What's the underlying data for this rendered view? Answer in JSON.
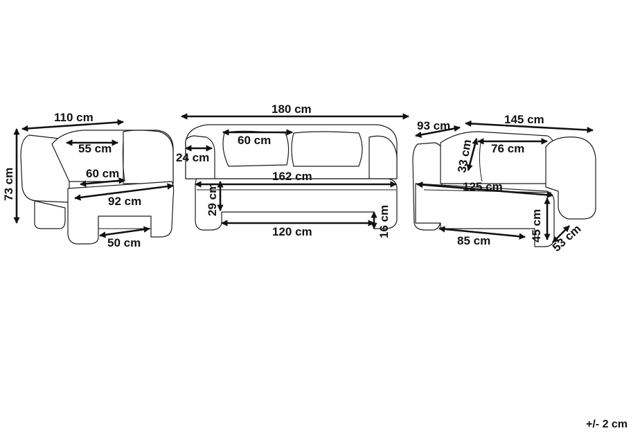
{
  "armchair": {
    "width": "110 cm",
    "height": "73 cm",
    "seat_depth": "55 cm",
    "seat_width": "60 cm",
    "depth": "92 cm",
    "base": "50 cm"
  },
  "sofa": {
    "width": "180 cm",
    "cushion": "60 cm",
    "arm": "24 cm",
    "seat_width": "162 cm",
    "seat_height": "29 cm",
    "base": "120 cm",
    "leg": "16 cm"
  },
  "corner_sofa": {
    "depth": "93 cm",
    "width": "145 cm",
    "backrest": "33 cm",
    "seat_depth": "76 cm",
    "seat_width": "125 cm",
    "base": "85 cm",
    "seat_height": "45 cm",
    "leg": "53 cm"
  },
  "tolerance": "+/- 2 cm"
}
